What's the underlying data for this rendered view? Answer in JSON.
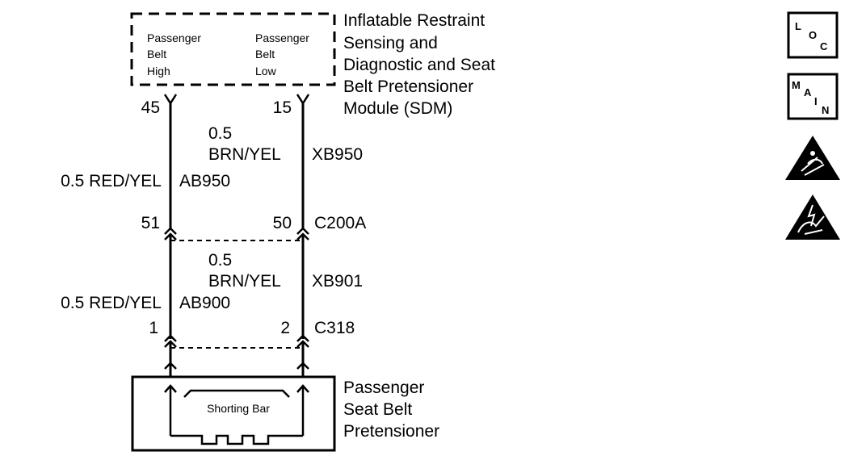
{
  "module": {
    "title_lines": [
      "Inflatable Restraint",
      "Sensing and",
      "Diagnostic and Seat",
      "Belt Pretensioner",
      "Module (SDM)"
    ],
    "left_label_lines": [
      "Passenger",
      "Belt",
      "High"
    ],
    "right_label_lines": [
      "Passenger",
      "Belt",
      "Low"
    ],
    "left_pin": "45",
    "right_pin": "15"
  },
  "upper_wires": {
    "left_gauge_color": "0.5 RED/YEL",
    "left_circuit": "AB950",
    "right_gauge": "0.5",
    "right_color": "BRN/YEL",
    "right_circuit": "XB950"
  },
  "connector_c200a": {
    "name": "C200A",
    "left_pin": "51",
    "right_pin": "50"
  },
  "lower_wires": {
    "left_gauge_color": "0.5 RED/YEL",
    "left_circuit": "AB900",
    "right_gauge": "0.5",
    "right_color": "BRN/YEL",
    "right_circuit": "XB901"
  },
  "connector_c318": {
    "name": "C318",
    "left_pin": "1",
    "right_pin": "2"
  },
  "pretensioner": {
    "title_lines": [
      "Passenger",
      "Seat Belt",
      "Pretensioner"
    ],
    "shorting_bar": "Shorting Bar"
  },
  "icons": {
    "loc": {
      "name": "loc-icon",
      "letters": [
        "L",
        "O",
        "C"
      ]
    },
    "main": {
      "name": "main-icon",
      "letters": [
        "M",
        "A",
        "I",
        "N"
      ]
    },
    "airbag_warning": {
      "name": "airbag-deployment-warning-icon"
    },
    "esd_warning": {
      "name": "esd-sensitive-warning-icon"
    }
  }
}
